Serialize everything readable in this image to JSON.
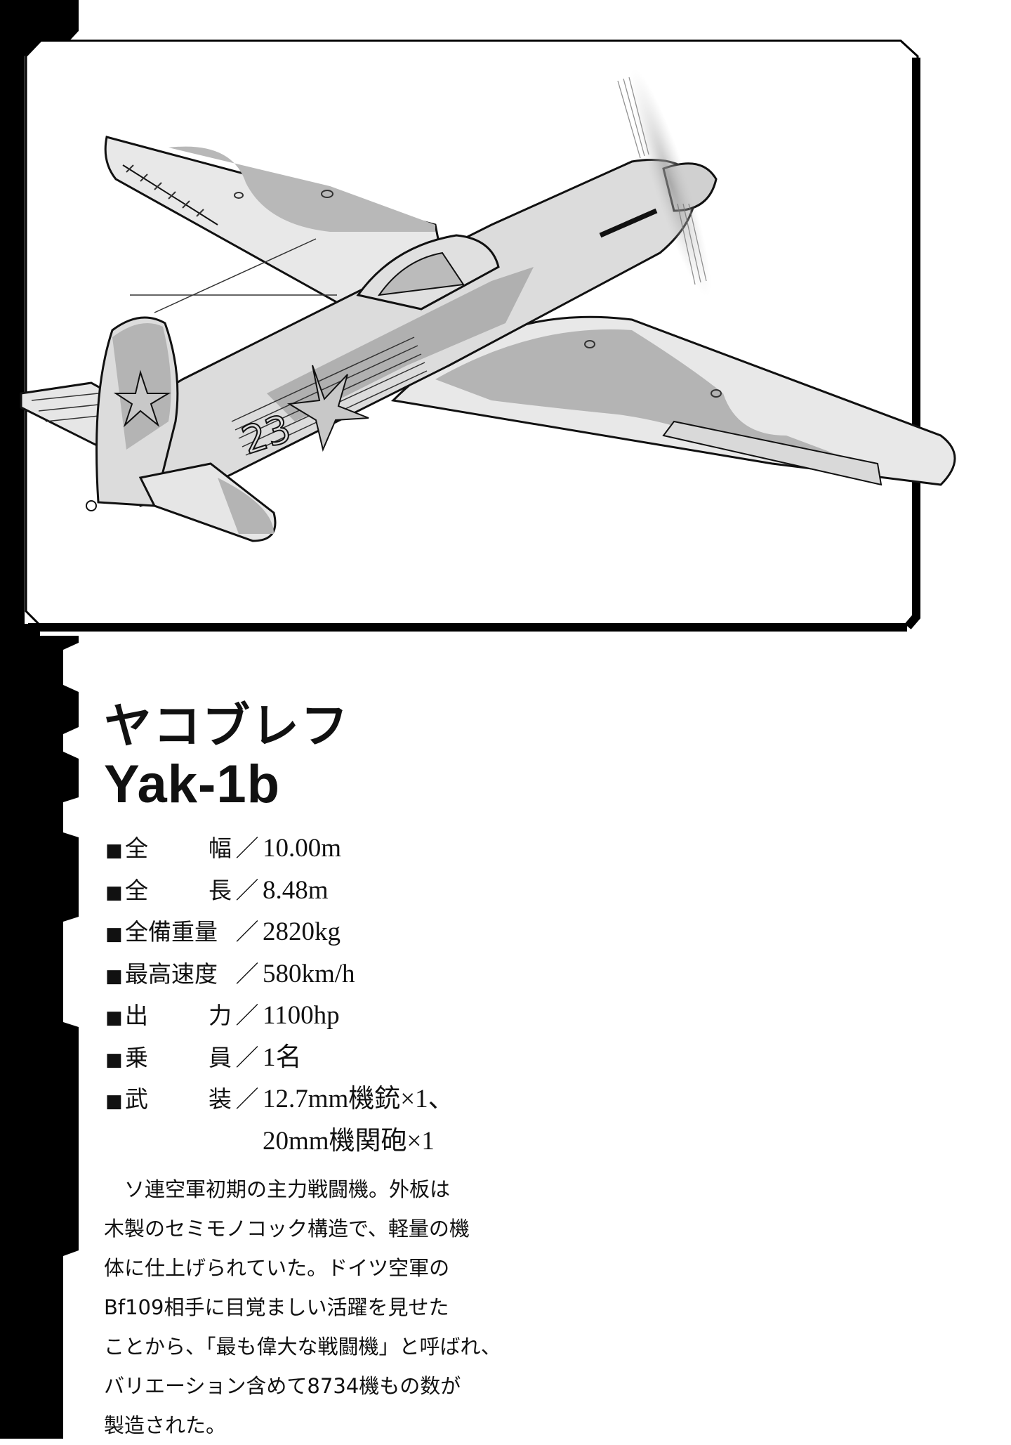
{
  "illustration": {
    "subject": "Yak-1b fighter aircraft illustration",
    "fuselage_number": "23",
    "insignia": "red-star",
    "colors": {
      "light_camo": "#e6e6e6",
      "dark_camo": "#b4b4b4",
      "outline": "#111111",
      "panel_frame": "#000000"
    }
  },
  "title": {
    "japanese": "ヤコブレフ",
    "english": "Yak-1b"
  },
  "specs": [
    {
      "bullet": "■",
      "label_left": "全",
      "label_right": "幅",
      "slash": "／",
      "value": "10.00m"
    },
    {
      "bullet": "■",
      "label_left": "全",
      "label_right": "長",
      "slash": "／",
      "value": "8.48m"
    },
    {
      "bullet": "■",
      "label_left": "全備重量",
      "label_right": "",
      "slash": "／",
      "value": "2820kg"
    },
    {
      "bullet": "■",
      "label_left": "最高速度",
      "label_right": "",
      "slash": "／",
      "value": "580km/h"
    },
    {
      "bullet": "■",
      "label_left": "出",
      "label_right": "力",
      "slash": "／",
      "value": "1100hp"
    },
    {
      "bullet": "■",
      "label_left": "乗",
      "label_right": "員",
      "slash": "／",
      "value": "1名"
    },
    {
      "bullet": "■",
      "label_left": "武",
      "label_right": "装",
      "slash": "／",
      "value": "12.7mm機銃×1、",
      "continuation": "20mm機関砲×1"
    }
  ],
  "description": {
    "lines": [
      "　ソ連空軍初期の主力戦闘機。外板は",
      "木製のセミモノコック構造で、軽量の機",
      "体に仕上げられていた。ドイツ空軍の",
      "Bf109相手に目覚ましい活躍を見せた",
      "ことから、「最も偉大な戦闘機」と呼ばれ、",
      "バリエーション含めて8734機もの数が",
      "製造された。"
    ]
  }
}
